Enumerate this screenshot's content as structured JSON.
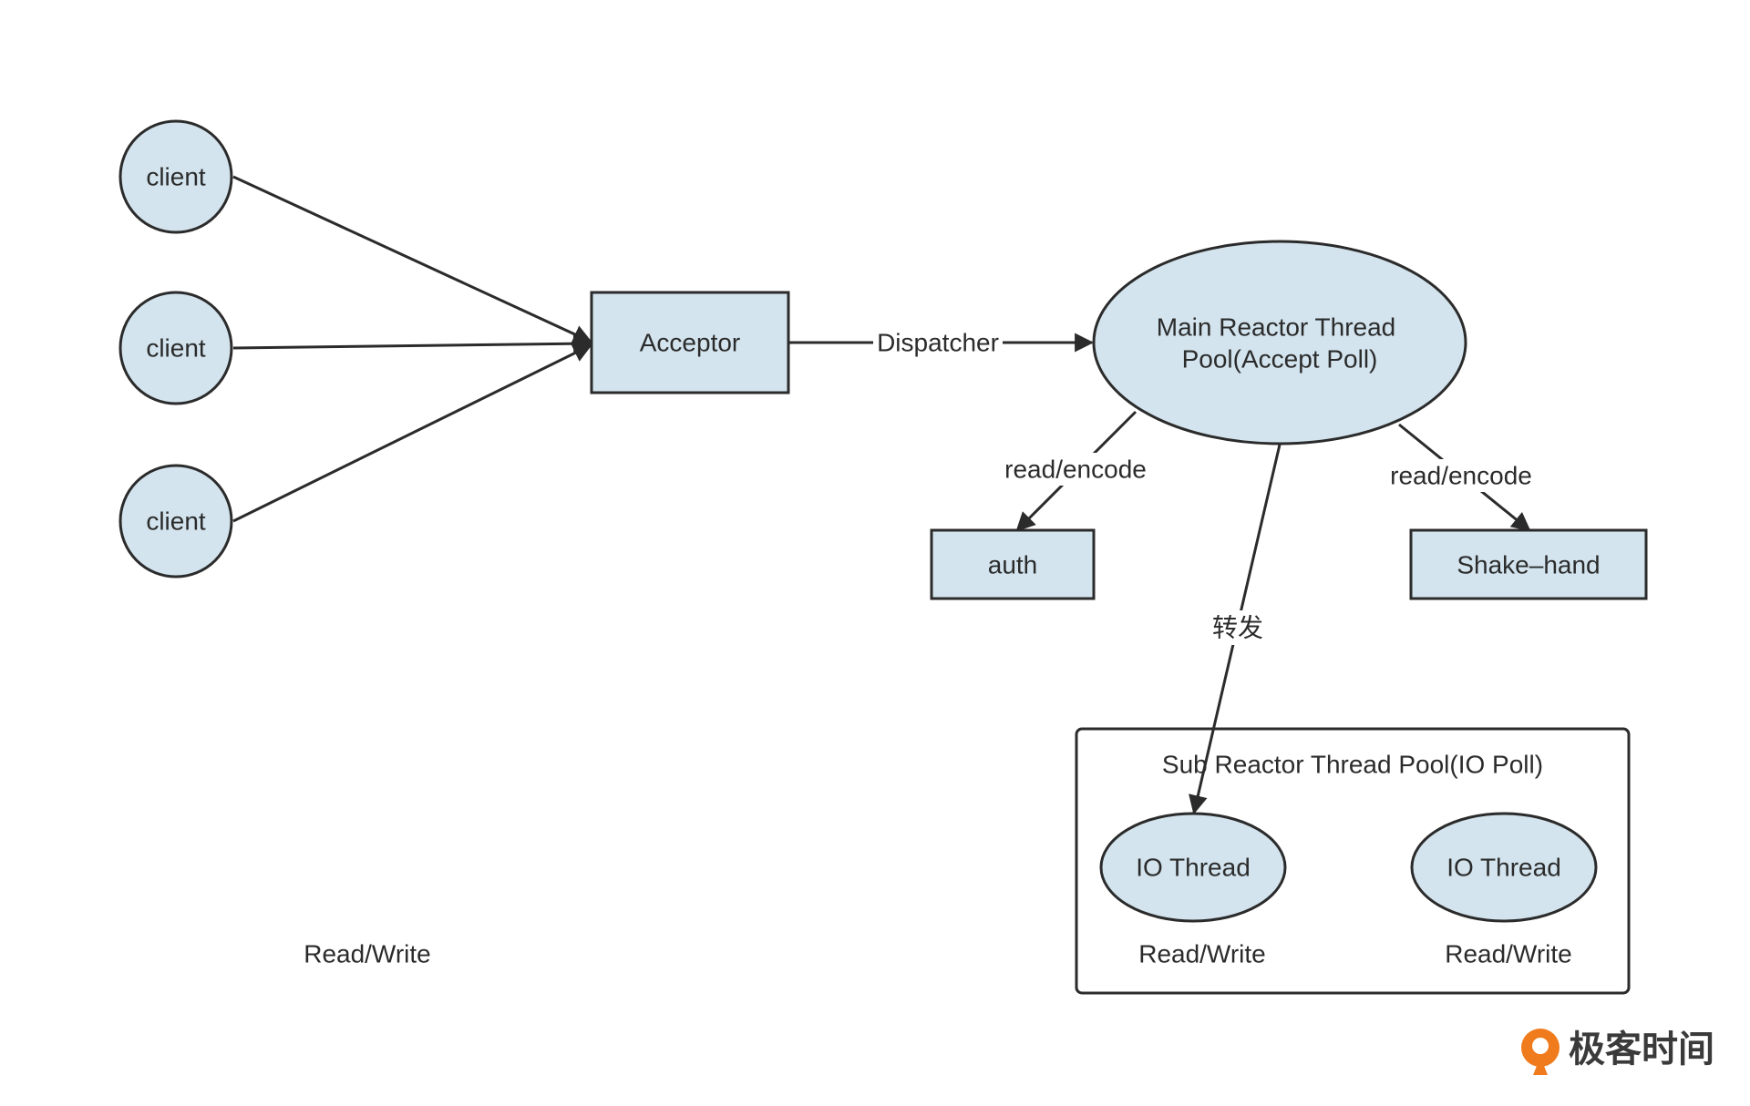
{
  "nodes": {
    "client_1": "client",
    "client_2": "client",
    "client_3": "client",
    "acceptor": "Acceptor",
    "main_reactor_line1": "Main Reactor Thread",
    "main_reactor_line2": "Pool(Accept Poll)",
    "auth": "auth",
    "shake_hand": "Shake–hand",
    "sub_reactor_title": "Sub Reactor Thread Pool(IO Poll)",
    "io_thread_1": "IO Thread",
    "io_thread_2": "IO Thread"
  },
  "edges": {
    "dispatcher": "Dispatcher",
    "read_encode_left": "read/encode",
    "read_encode_right": "read/encode",
    "forward": "转发"
  },
  "annotations": {
    "read_write_left": "Read/Write",
    "read_write_io1": "Read/Write",
    "read_write_io2": "Read/Write"
  },
  "colors": {
    "node_fill": "#d3e4ee",
    "stroke": "#2b2b2b",
    "logo_orange": "#f07b1d"
  },
  "logo": {
    "text": "极客时间",
    "icon": "geektime-logo-icon"
  }
}
